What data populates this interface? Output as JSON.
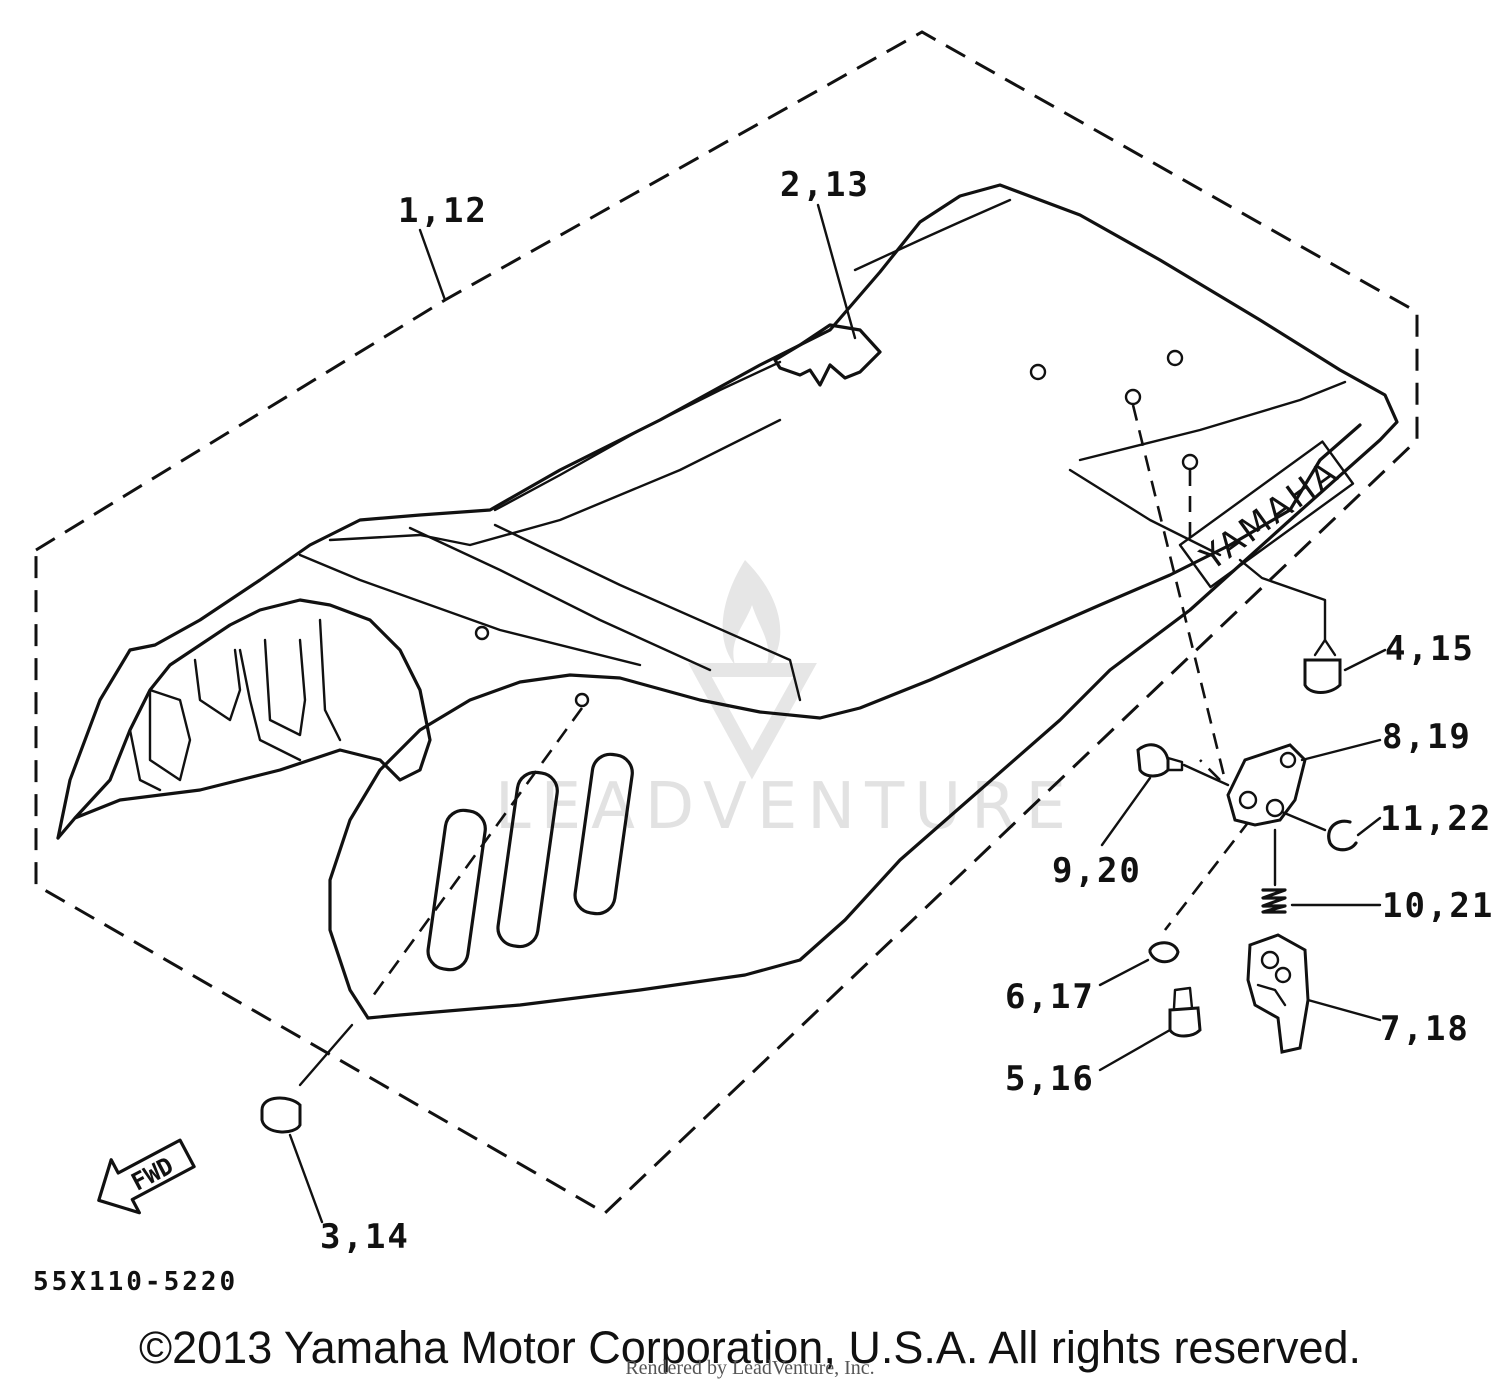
{
  "callouts": {
    "c1": "1,12",
    "c2": "2,13",
    "c3": "3,14",
    "c4": "4,15",
    "c5": "5,16",
    "c6": "6,17",
    "c7": "7,18",
    "c8": "8,19",
    "c9": "9,20",
    "c10": "10,21",
    "c11": "11,22"
  },
  "brand_text": "YAMAHA",
  "fwd_text": "FWD",
  "part_code": "55X110-5220",
  "copyright": "©2013 Yamaha Motor Corporation, U.S.A. All rights reserved.",
  "rendered_by": "Rendered by LeadVenture, Inc.",
  "watermark": "LEADVENTURE",
  "colors": {
    "ink": "#111111",
    "watermark": "#e2e2e2",
    "background": "#ffffff"
  }
}
